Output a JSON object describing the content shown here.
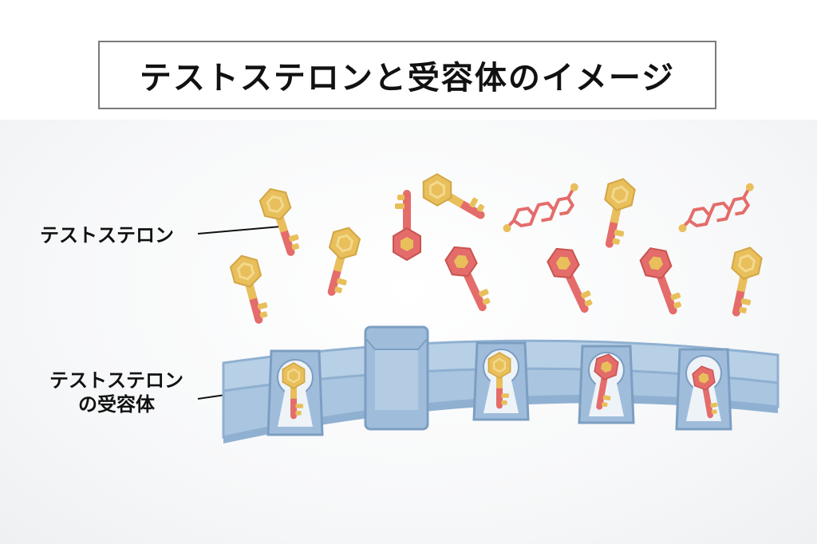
{
  "title": "テストステロンと受容体のイメージ",
  "labels": {
    "testosterone": "テストステロン",
    "receptor_line1": "テストステロン",
    "receptor_line2": "の受容体"
  },
  "colors": {
    "key_yellow": "#e8bf5b",
    "key_red": "#e46c6a",
    "membrane": "#a9c5e0",
    "membrane_dark": "#8fb0d1",
    "molecule": "#e46c6a"
  },
  "icons": [
    "key-icon",
    "steroid-molecule-icon",
    "keyhole-receptor-icon",
    "membrane-channel-icon"
  ]
}
